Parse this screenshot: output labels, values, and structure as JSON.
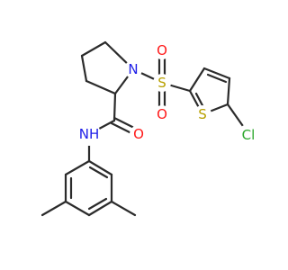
{
  "colors": {
    "bond": "#2b2b2b",
    "nitrogen": "#2020e8",
    "oxygen": "#ff1a1a",
    "sulfur": "#b8a000",
    "chlorine": "#2aa62a",
    "carbon": "#2b2b2b"
  },
  "atoms": [
    {
      "id": "N_pyrrolidine",
      "label": "N",
      "color": "nitrogen"
    },
    {
      "id": "S_sulfonyl",
      "label": "S",
      "color": "sulfur"
    },
    {
      "id": "O_sulfonyl_top",
      "label": "O",
      "color": "oxygen"
    },
    {
      "id": "O_sulfonyl_bottom",
      "label": "O",
      "color": "oxygen"
    },
    {
      "id": "S_thiophene",
      "label": "S",
      "color": "sulfur"
    },
    {
      "id": "Cl",
      "label": "Cl",
      "color": "chlorine"
    },
    {
      "id": "O_carbonyl",
      "label": "O",
      "color": "oxygen"
    },
    {
      "id": "NH_amide",
      "label": "NH",
      "color": "nitrogen"
    }
  ]
}
